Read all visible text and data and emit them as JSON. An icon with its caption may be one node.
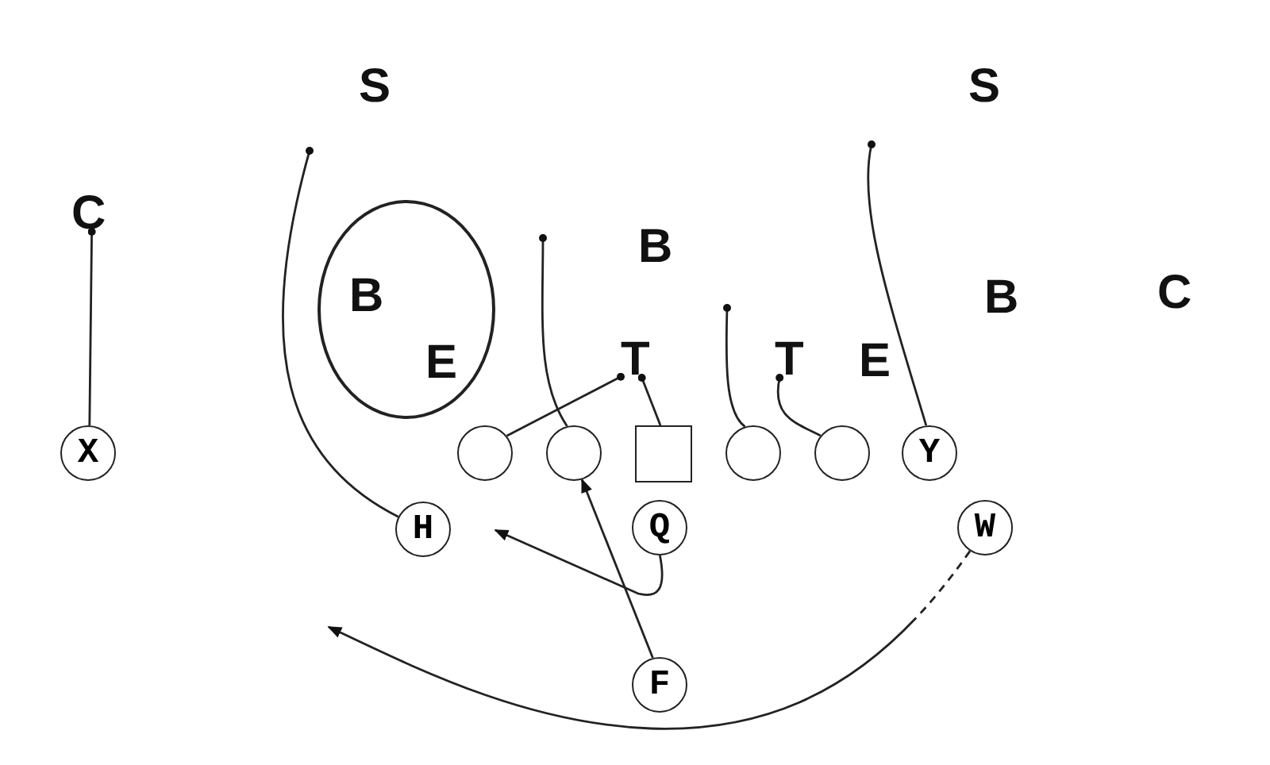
{
  "diagram": {
    "nodes": [
      {
        "text": [
          "C"
        ]
      },
      {
        "text": [
          "B",
          "E"
        ]
      },
      {
        "text": [
          "T"
        ]
      },
      {
        "text": [
          "T"
        ]
      },
      {
        "text": [
          "X"
        ]
      },
      {
        "text": [],
        "shape": "circle"
      },
      {
        "text": [],
        "shape": "circle"
      },
      {
        "text": [],
        "shape": "box"
      },
      {
        "text": [],
        "shape": "circle"
      },
      {
        "text": [],
        "shape": "circle"
      },
      {
        "text": [
          "Y"
        ]
      },
      {
        "text": [
          "H"
        ]
      },
      {
        "text": [
          "Q"
        ]
      },
      {
        "text": [
          "W"
        ]
      },
      {
        "text": [
          "F"
        ]
      }
    ],
    "edges": [
      {
        "from": 4,
        "to": 0,
        "arrow": "other"
      },
      {
        "from": 11,
        "to": null,
        "arrow": "other"
      },
      {
        "from": 5,
        "to": 2,
        "arrow": "other"
      },
      {
        "from": 6,
        "to": null,
        "arrow": "other"
      },
      {
        "from": 7,
        "to": 2,
        "arrow": "other"
      },
      {
        "from": 8,
        "to": null,
        "arrow": "other"
      },
      {
        "from": 9,
        "to": 3,
        "arrow": "other"
      },
      {
        "from": 10,
        "to": null,
        "arrow": "other"
      },
      {
        "from": 12,
        "to": null,
        "arrow": "to"
      },
      {
        "from": 14,
        "to": 6,
        "arrow": "to"
      },
      {
        "from": 13,
        "to": null,
        "arrow": "to",
        "style": "dashed"
      }
    ],
    "labels": [
      "S",
      "S",
      "B",
      "B",
      "C",
      "E"
    ]
  }
}
